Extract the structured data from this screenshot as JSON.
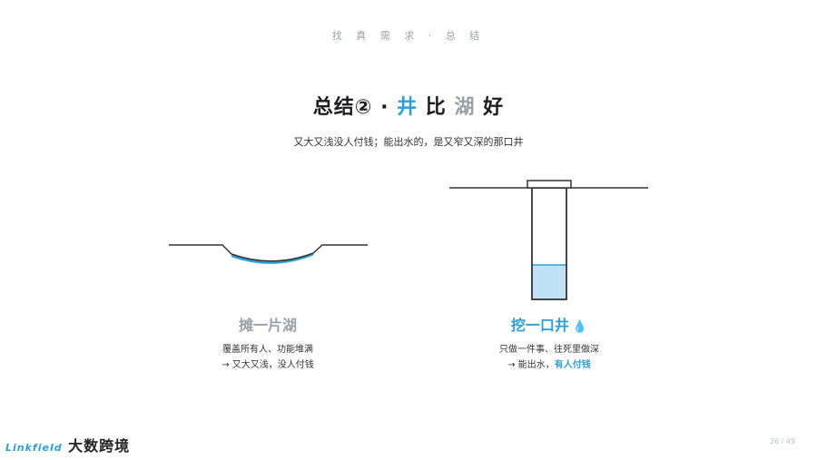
{
  "header": {
    "text": "找 真 需 求 · 总 结"
  },
  "title": {
    "prefix": "总结② · ",
    "word1": "井",
    "word2": "比",
    "word3": "湖",
    "word4": "好"
  },
  "subtitle": "又大又浅没人付钱；能出水的，是又窄又深的那口井",
  "left": {
    "heading": "摊一片湖",
    "line1": "覆盖所有人、功能堆满",
    "line2": "→ 又大又浅，没人付钱"
  },
  "right": {
    "heading": "挖一口井",
    "line1": "只做一件事、往死里做深",
    "line2_prefix": "→ 能出水，",
    "line2_highlight": "有人付钱"
  },
  "logo": {
    "mark": "Linkfield",
    "text": "大数跨境"
  },
  "page_number": "26 / 49",
  "colors": {
    "accent": "#2d9fd8",
    "muted": "#9aa0a6",
    "water": "#bfe2f5"
  }
}
